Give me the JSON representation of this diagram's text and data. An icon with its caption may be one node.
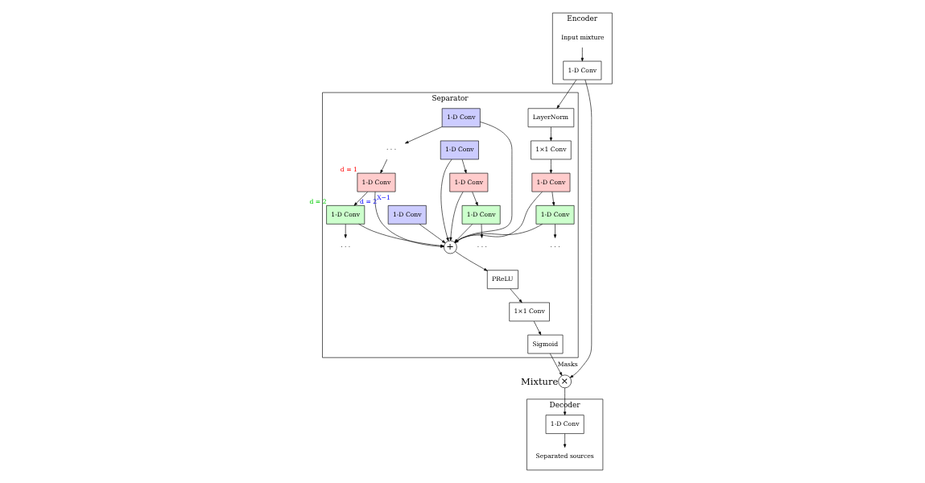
{
  "diagram": {
    "nodes": [
      {
        "text": [
          "Encoder"
        ]
      },
      {
        "text": [
          "Input mixture"
        ],
        "in": 0
      },
      {
        "text": [
          "1-D Conv"
        ],
        "in": 0
      },
      {
        "text": [
          "Separator"
        ]
      },
      {
        "text": [
          "LayerNorm"
        ],
        "in": 3
      },
      {
        "text": [
          "1×1 Conv"
        ],
        "in": 3
      },
      {
        "text": [
          "1-D Conv"
        ],
        "in": 3
      },
      {
        "text": [
          "1-D Conv"
        ],
        "in": 3
      },
      {
        "text": [
          "· · ·"
        ],
        "in": 3
      },
      {
        "text": [
          "1-D Conv"
        ],
        "in": 3
      },
      {
        "text": [
          "1-D Conv"
        ],
        "in": 3
      },
      {
        "text": [
          "1-D Conv"
        ],
        "in": 3
      },
      {
        "text": [
          "· · ·"
        ],
        "in": 3
      },
      {
        "text": [
          "1-D Conv"
        ],
        "in": 3
      },
      {
        "text": [
          "· · ·"
        ],
        "in": 3
      },
      {
        "text": [
          "1-D Conv"
        ],
        "in": 3,
        "beside": [
          "d = 1"
        ]
      },
      {
        "text": [
          "1-D Conv"
        ],
        "in": 3,
        "beside": [
          "d = 2"
        ]
      },
      {
        "text": [
          "· · ·"
        ],
        "in": 3
      },
      {
        "text": [
          "1-D Conv"
        ],
        "in": 3,
        "beside": [
          "d = 2$^{X−1}$"
        ]
      },
      {
        "text": [
          "+"
        ],
        "in": 3
      },
      {
        "text": [
          "PReLU"
        ],
        "in": 3
      },
      {
        "text": [
          "1×1 Conv"
        ],
        "in": 3
      },
      {
        "text": [
          "Sigmoid"
        ],
        "in": 3
      },
      {
        "text": [
          "Decoder"
        ]
      },
      {
        "text": [
          "1-D Conv"
        ],
        "in": 23
      },
      {
        "text": [
          "Separated sources"
        ],
        "in": 23
      },
      {
        "text": [
          "×"
        ],
        "beside": [
          "Mixture"
        ]
      }
    ],
    "edges": [
      {
        "from": 1,
        "to": 2,
        "arrow": "to"
      },
      {
        "from": 2,
        "to": 4,
        "arrow": "to"
      },
      {
        "from": 2,
        "to": 26,
        "arrow": "to"
      },
      {
        "from": 4,
        "to": 5,
        "arrow": "to"
      },
      {
        "from": 5,
        "to": 6,
        "arrow": "to"
      },
      {
        "from": 6,
        "to": 7,
        "arrow": "to"
      },
      {
        "from": 7,
        "to": 8,
        "arrow": "to"
      },
      {
        "from": 9,
        "to": 10,
        "arrow": "to"
      },
      {
        "from": 10,
        "to": 11,
        "arrow": "to"
      },
      {
        "from": 11,
        "to": 12,
        "arrow": "to"
      },
      {
        "from": 13,
        "to": 14,
        "arrow": "to"
      },
      {
        "from": 14,
        "to": 15,
        "arrow": "to"
      },
      {
        "from": 15,
        "to": 16,
        "arrow": "to"
      },
      {
        "from": 16,
        "to": 17,
        "arrow": "to"
      },
      {
        "from": 6,
        "to": 19,
        "arrow": "to"
      },
      {
        "from": 7,
        "to": 19,
        "arrow": "to"
      },
      {
        "from": 9,
        "to": 19,
        "arrow": "to"
      },
      {
        "from": 10,
        "to": 19,
        "arrow": "to"
      },
      {
        "from": 11,
        "to": 19,
        "arrow": "to"
      },
      {
        "from": 13,
        "to": 19,
        "arrow": "to"
      },
      {
        "from": 15,
        "to": 19,
        "arrow": "to"
      },
      {
        "from": 16,
        "to": 19,
        "arrow": "to"
      },
      {
        "from": 18,
        "to": 19,
        "arrow": "to"
      },
      {
        "from": 19,
        "to": 20,
        "arrow": "to"
      },
      {
        "from": 20,
        "to": 21,
        "arrow": "to"
      },
      {
        "from": 21,
        "to": 22,
        "arrow": "to"
      },
      {
        "from": 22,
        "to": 26,
        "arrow": "to",
        "label": "Masks"
      },
      {
        "from": 26,
        "to": 24,
        "arrow": "to"
      },
      {
        "from": 24,
        "to": 25,
        "arrow": "to"
      }
    ]
  }
}
